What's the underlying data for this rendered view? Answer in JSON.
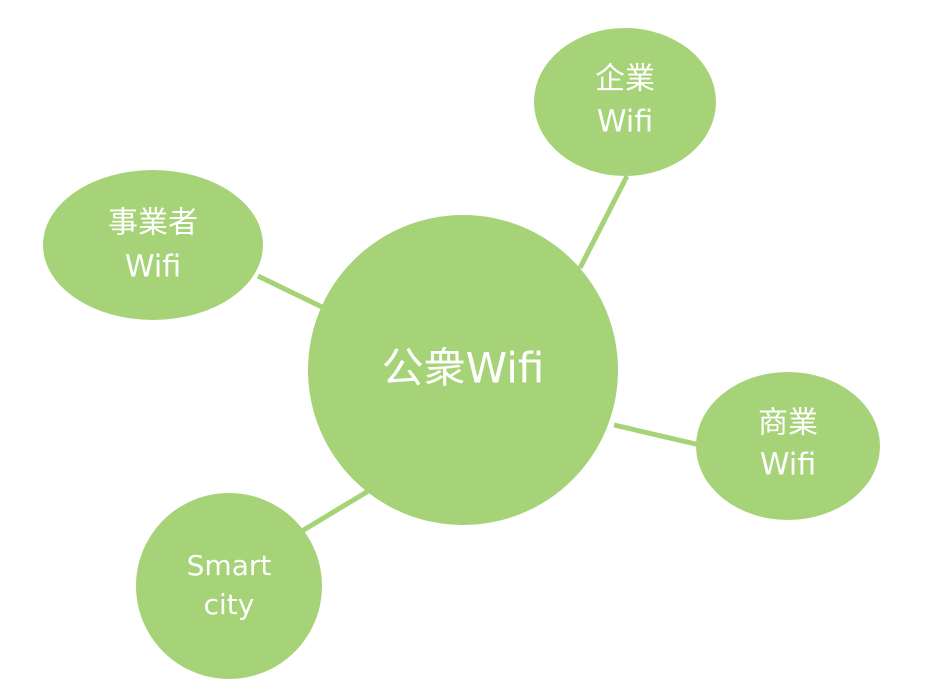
{
  "colors": {
    "node_fill": "#a6d377",
    "connector": "#a6d377",
    "label": "#ffffff",
    "background": "#ffffff"
  },
  "center": {
    "label": "公衆Wifi"
  },
  "nodes": {
    "enterprise": {
      "line1": "企業",
      "line2": "Wifi"
    },
    "business": {
      "line1": "事業者",
      "line2": "Wifi"
    },
    "commercial": {
      "line1": "商業",
      "line2": "Wifi"
    },
    "smartcity": {
      "line1": "Smart",
      "line2": "city"
    }
  }
}
